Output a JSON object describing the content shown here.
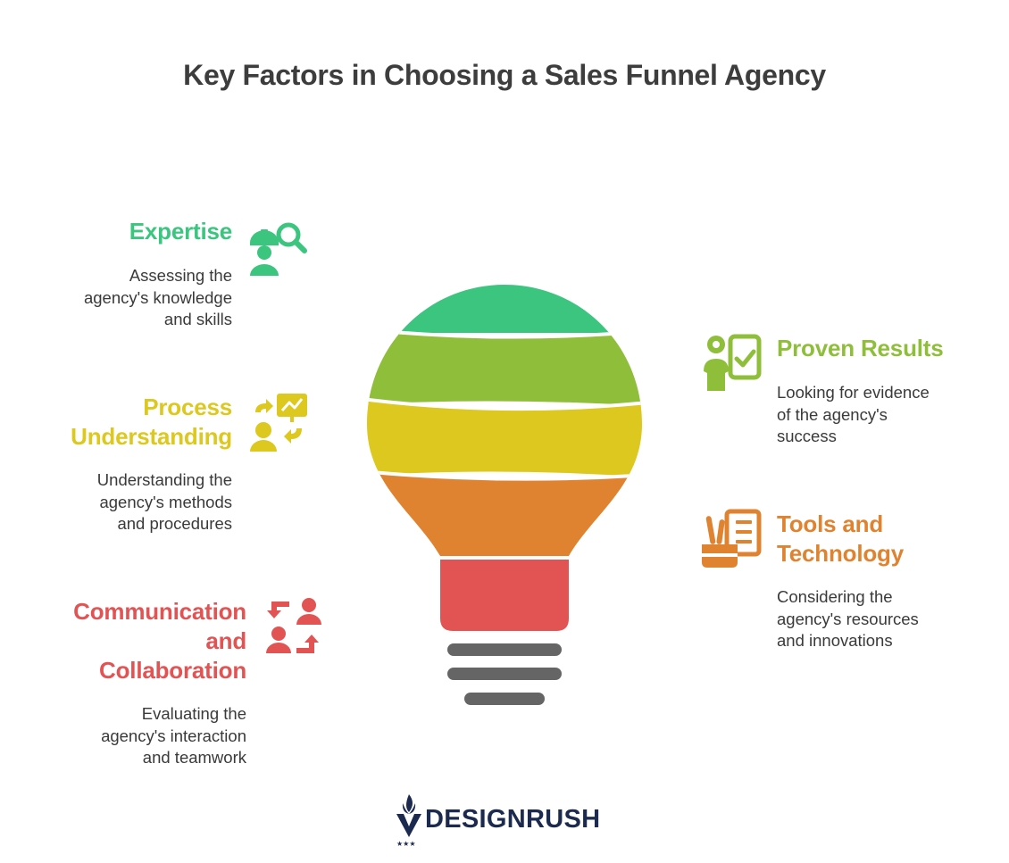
{
  "title": "Key Factors in Choosing a Sales Funnel Agency",
  "colors": {
    "expertise": "#3cc57f",
    "proven_results": "#8fbf3a",
    "process": "#dcc81e",
    "tools": "#df8330",
    "communication": "#e25454",
    "bulb_base": "#656565",
    "text": "#3a3a3a"
  },
  "factors": {
    "expertise": {
      "heading_lines": [
        "Expertise"
      ],
      "desc_lines": [
        "Assessing the",
        "agency's knowledge",
        "and skills"
      ],
      "icon": "worker-search-icon"
    },
    "process": {
      "heading_lines": [
        "Process",
        "Understanding"
      ],
      "desc_lines": [
        "Understanding the",
        "agency's methods",
        "and procedures"
      ],
      "icon": "presentation-cycle-icon"
    },
    "communication": {
      "heading_lines": [
        "Communication",
        "and",
        "Collaboration"
      ],
      "desc_lines": [
        "Evaluating the",
        "agency's interaction",
        "and teamwork"
      ],
      "icon": "people-exchange-icon"
    },
    "proven_results": {
      "heading_lines": [
        "Proven Results"
      ],
      "desc_lines": [
        "Looking for evidence",
        "of the agency's",
        "success"
      ],
      "icon": "person-checklist-icon"
    },
    "tools": {
      "heading_lines": [
        "Tools and",
        "Technology"
      ],
      "desc_lines": [
        "Considering the",
        "agency's resources",
        "and innovations"
      ],
      "icon": "tools-document-icon"
    }
  },
  "logo": {
    "text": "DESIGNRUSH",
    "icon": "designrush-logo-icon"
  }
}
